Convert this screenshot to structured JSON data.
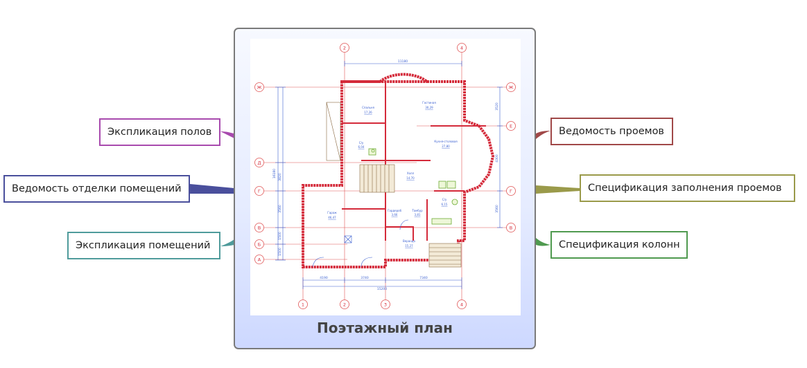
{
  "card": {
    "title": "Поэтажный план"
  },
  "nodes": {
    "floor_explication": {
      "label": "Экспликация полов",
      "color": "#a84aae"
    },
    "finish_sheet": {
      "label": "Ведомость отделки помещений",
      "color": "#4a4f9c"
    },
    "room_explication": {
      "label": "Экспликация помещений",
      "color": "#4f9b9b"
    },
    "openings_sheet": {
      "label": "Ведомость проемов",
      "color": "#a04848"
    },
    "openings_spec": {
      "label": "Спецификация заполнения проемов",
      "color": "#9a9a4a"
    },
    "columns_spec": {
      "label": "Спецификация колонн",
      "color": "#4f9a4f"
    }
  },
  "plan": {
    "grid_axes": {
      "top": [
        "2",
        "4"
      ],
      "bottom": [
        "1",
        "2",
        "3",
        "4"
      ],
      "left": [
        "Ж",
        "Д",
        "Г",
        "В",
        "Б",
        "А"
      ],
      "right": [
        "Ж",
        "Е",
        "Г",
        "В"
      ]
    },
    "dimensions": {
      "top_total": "11180",
      "bottom_segments": [
        "4190",
        "3740",
        "7340"
      ],
      "bottom_total": "15200",
      "left_total": "16180",
      "left_segments": [
        "3820",
        "3560",
        "1500",
        "1500"
      ],
      "right_segments": [
        "3520",
        "4300",
        "3560"
      ]
    },
    "rooms": [
      {
        "name": "Спальня",
        "area": "17,26"
      },
      {
        "name": "Гостиная",
        "area": "30,29"
      },
      {
        "name": "С/у",
        "area": "6,04"
      },
      {
        "name": "Кухня-столовая",
        "area": "27,80"
      },
      {
        "name": "Холл",
        "area": "14,70"
      },
      {
        "name": "С/у",
        "area": "6,15"
      },
      {
        "name": "Гараж",
        "area": "46,47"
      },
      {
        "name": "Гардероб",
        "area": "3,66"
      },
      {
        "name": "Тамбур",
        "area": "3,81"
      },
      {
        "name": "Веранда",
        "area": "15,27"
      }
    ]
  }
}
